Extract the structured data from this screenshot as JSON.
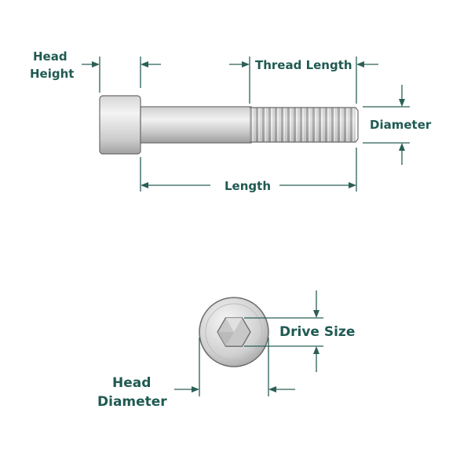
{
  "labels": {
    "head_height": [
      "Head",
      "Height"
    ],
    "thread_length": "Thread Length",
    "diameter": "Diameter",
    "length": "Length",
    "drive_size": "Drive Size",
    "head_diameter": [
      "Head",
      "Diameter"
    ]
  },
  "colors": {
    "label": "#1f5a52",
    "dimension_line": "#2b5f57",
    "metal_light": "#e4e4e4",
    "metal_dark": "#a6a6a6",
    "outline": "#6b6b6b"
  },
  "icons": {
    "bolt_side": "socket-head-cap-screw-side-view",
    "bolt_top": "socket-head-cap-screw-top-view",
    "drive": "hex-socket-icon"
  }
}
